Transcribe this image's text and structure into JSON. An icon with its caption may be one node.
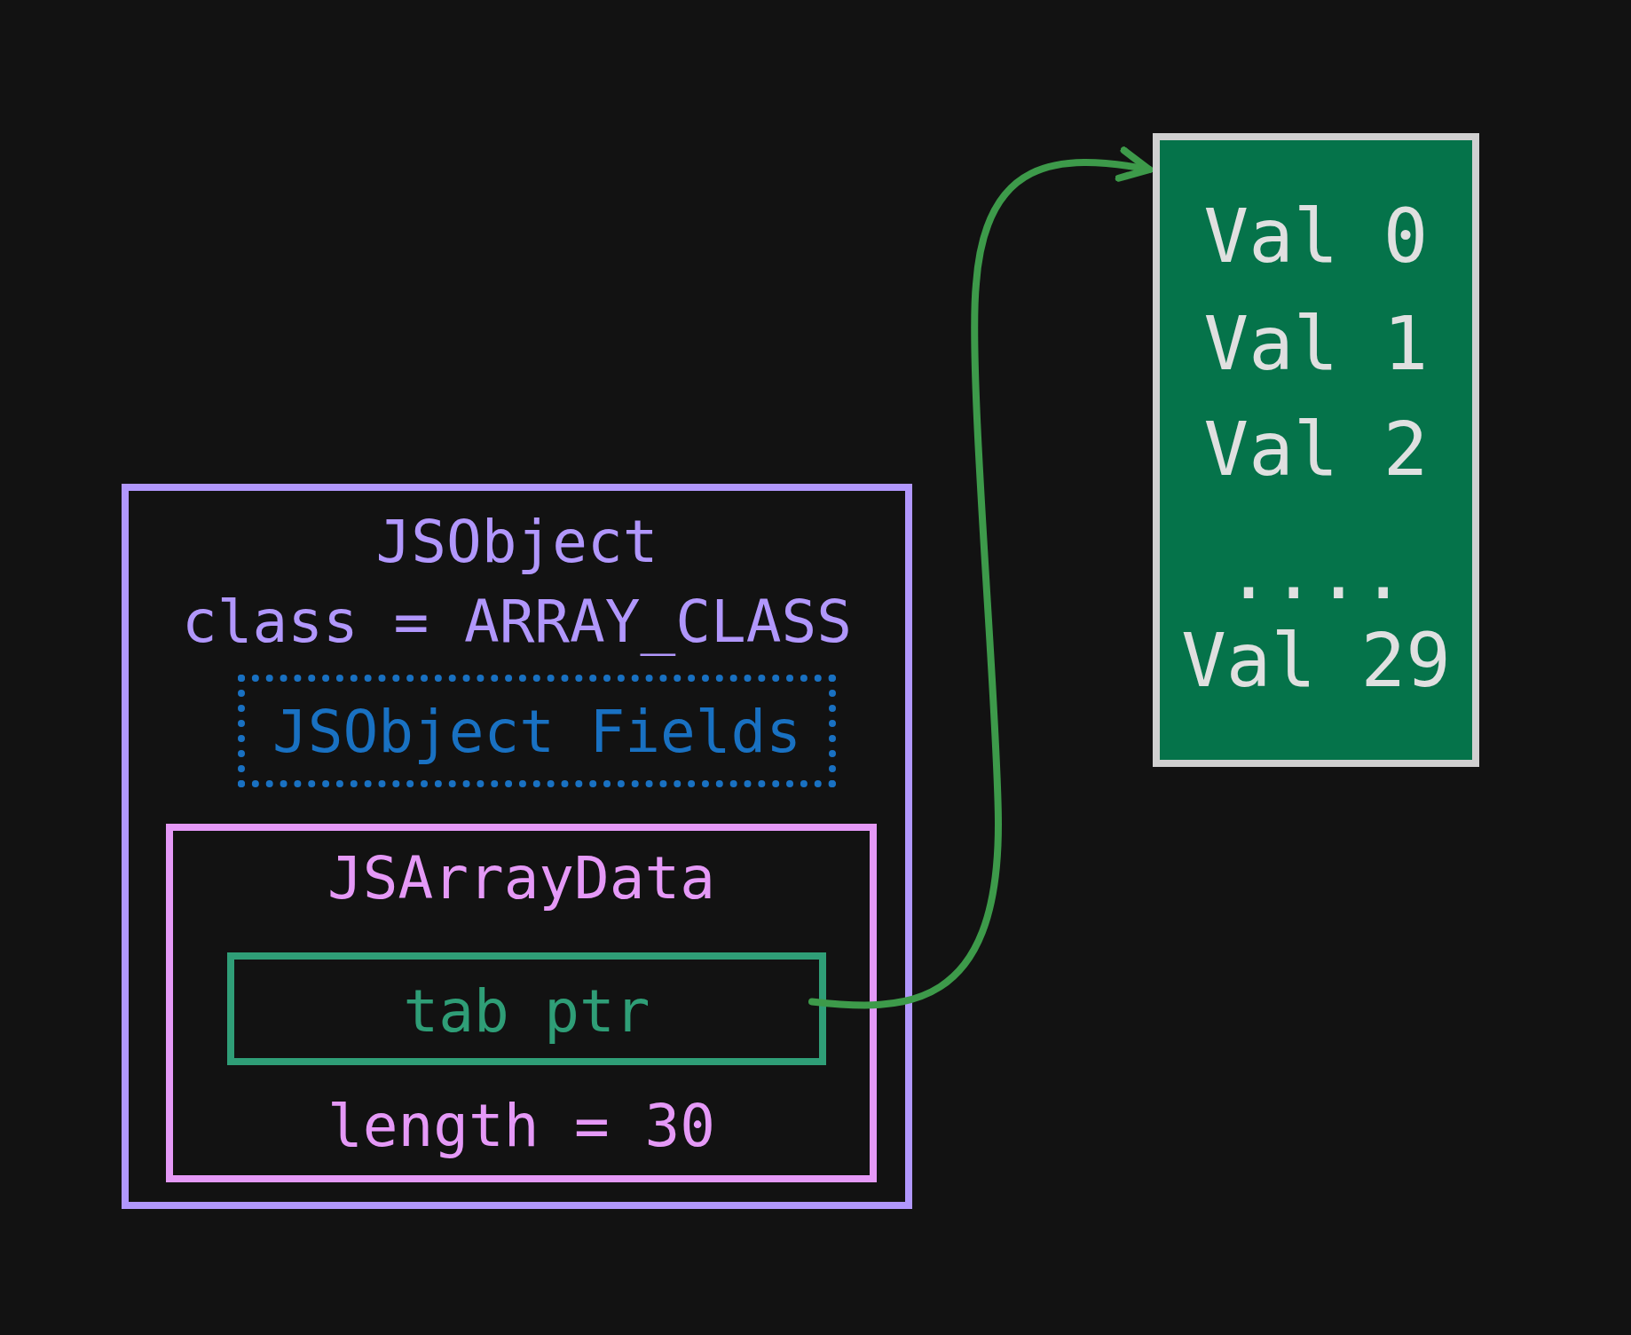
{
  "diagram": {
    "nodes": [
      {
        "text": [
          "JSObject",
          "class = ARRAY_CLASS"
        ]
      },
      {
        "text": [
          "JSObject Fields"
        ],
        "in": 0
      },
      {
        "text": [
          "JSArrayData",
          "length = 30"
        ],
        "in": 0
      },
      {
        "text": [
          "tab ptr"
        ],
        "in": 2
      },
      {
        "text": [
          "Val 0",
          "Val 1",
          "Val 2",
          "....",
          "Val 29"
        ]
      }
    ],
    "edges": [
      {
        "from": 3,
        "to": 4,
        "arrow": "to"
      }
    ]
  }
}
